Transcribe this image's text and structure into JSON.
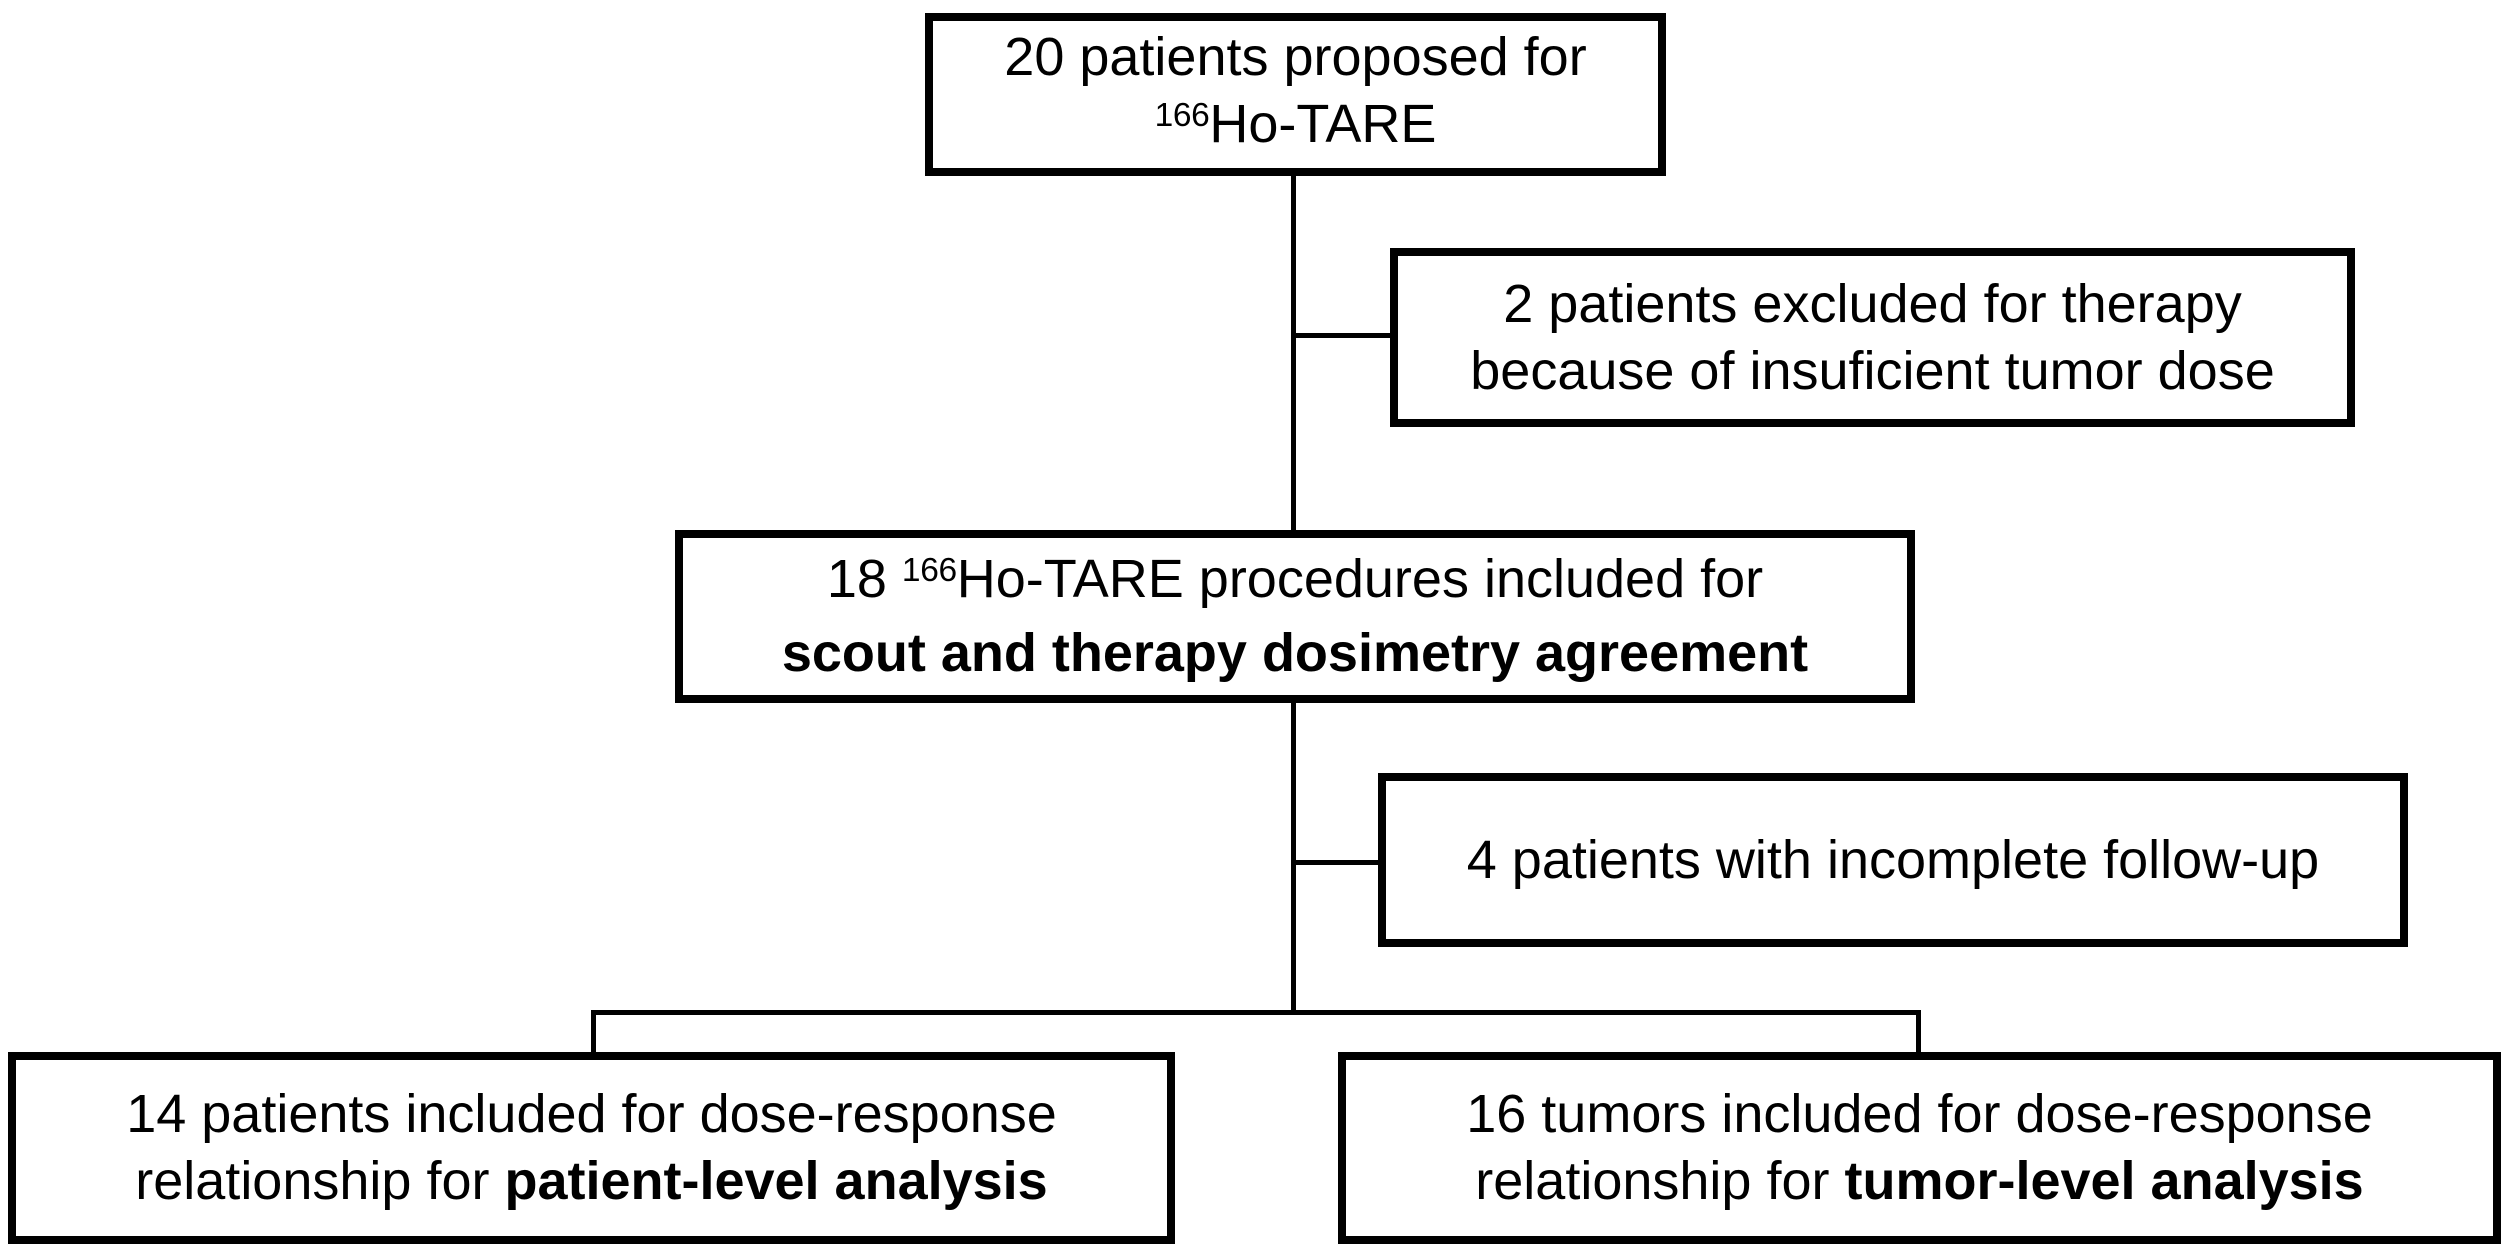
{
  "colors": {
    "line": "#000000",
    "box_fill": "#ffffff",
    "text": "#000000",
    "page_bg": "#ffffff"
  },
  "flowchart": {
    "box_proposed": {
      "line1": "20 patients proposed for",
      "isotope_sup": "166",
      "line2_rest": "Ho-TARE"
    },
    "box_excluded": {
      "line1": "2 patients excluded for therapy",
      "line2": "because of insuficient tumor dose"
    },
    "box_agreement": {
      "line1_prefix": "18 ",
      "isotope_sup": "166",
      "line1_rest": "Ho-TARE procedures included for",
      "line2_bold": "scout and therapy dosimetry agreement"
    },
    "box_followup": {
      "line1": "4 patients with incomplete follow-up"
    },
    "box_patient_level": {
      "line1": "14 patients included for dose-response",
      "line2_prefix": "relationship for ",
      "line2_bold": "patient-level analysis"
    },
    "box_tumor_level": {
      "line1": "16 tumors included for dose-response",
      "line2_prefix": "relationship for ",
      "line2_bold": "tumor-level analysis"
    }
  }
}
